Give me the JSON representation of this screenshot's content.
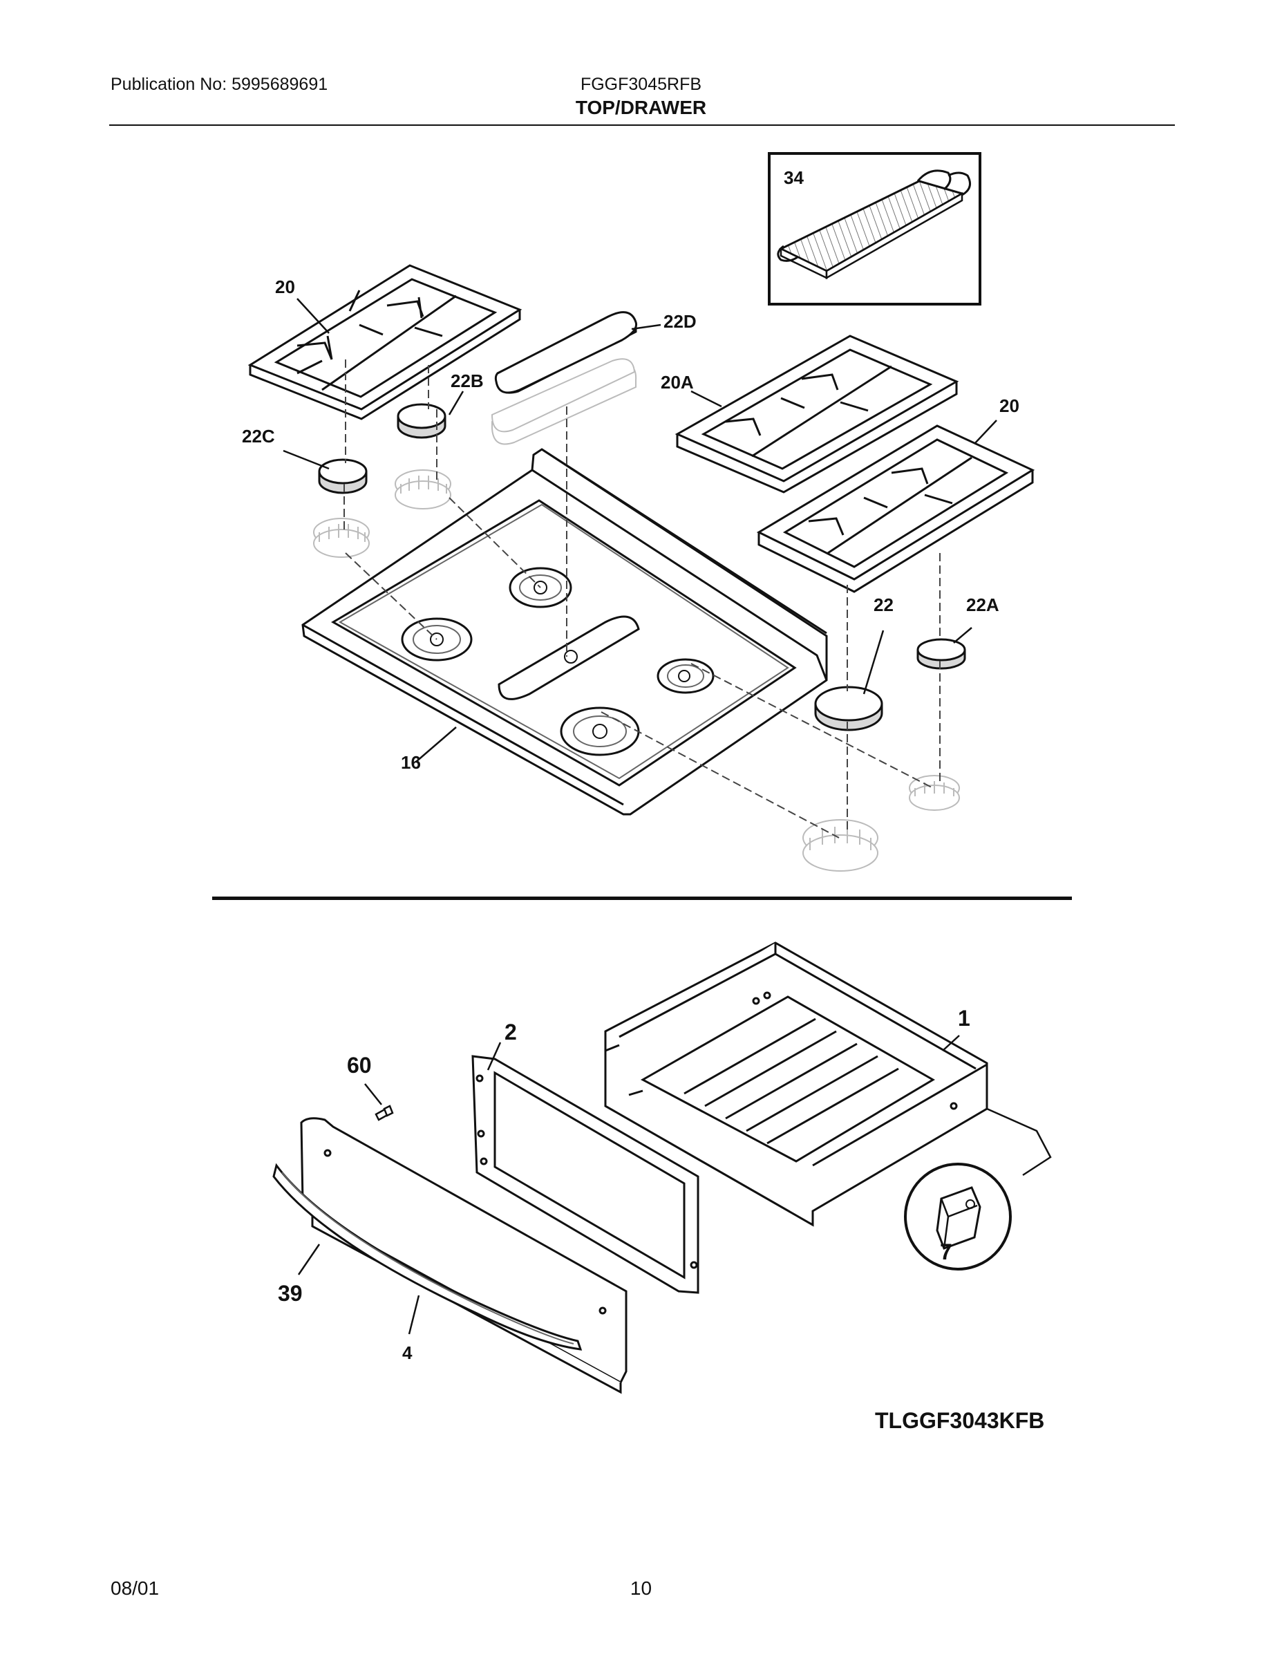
{
  "header": {
    "publication": "Publication No: 5995689691",
    "model": "FGGF3045RFB",
    "section": "TOP/DRAWER"
  },
  "footer": {
    "date": "08/01",
    "page": "10"
  },
  "diagram_code": "TLGGF3043KFB",
  "callouts": {
    "grate_left": "20",
    "cap_22d": "22D",
    "cap_22b": "22B",
    "grate_20a": "20A",
    "grate_right": "20",
    "cap_22c": "22C",
    "cap_22": "22",
    "cap_22a": "22A",
    "cooktop": "16",
    "griddle": "34",
    "drawer_body": "1",
    "drawer_liner": "2",
    "screw": "60",
    "handle": "39",
    "drawer_panel": "4",
    "glide": "7"
  }
}
